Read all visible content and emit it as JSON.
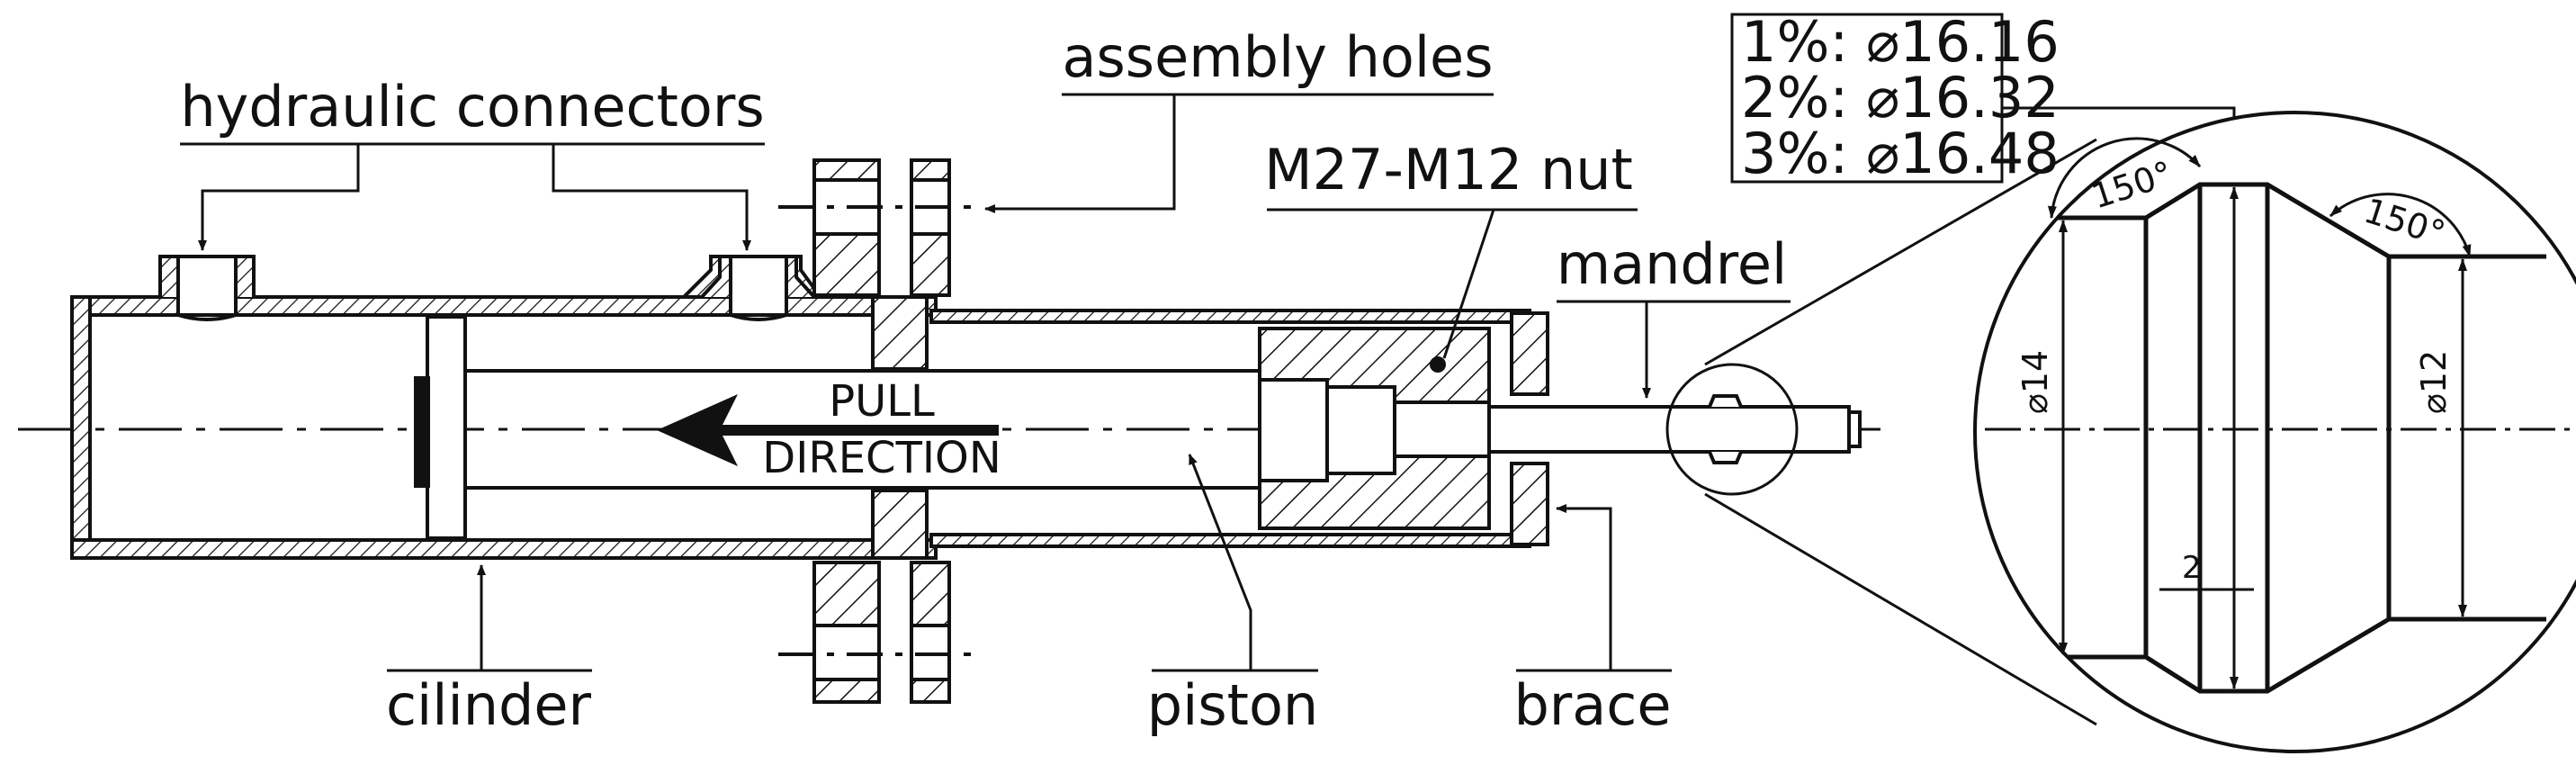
{
  "labels": {
    "hydraulic_connectors": "hydraulic connectors",
    "assembly_holes": "assembly holes",
    "nut": "M27-M12 nut",
    "mandrel": "mandrel",
    "cilinder": "cilinder",
    "piston": "piston",
    "brace": "brace",
    "pull": "PULL",
    "direction": "DIRECTION"
  },
  "table": {
    "rows": [
      "1%: ⌀16.16",
      "2%: ⌀16.32",
      "3%: ⌀16.48"
    ]
  },
  "detail": {
    "dia_left": "⌀14",
    "dia_right": "⌀12",
    "angle_left": "150°",
    "angle_right": "150°",
    "width": "2"
  }
}
